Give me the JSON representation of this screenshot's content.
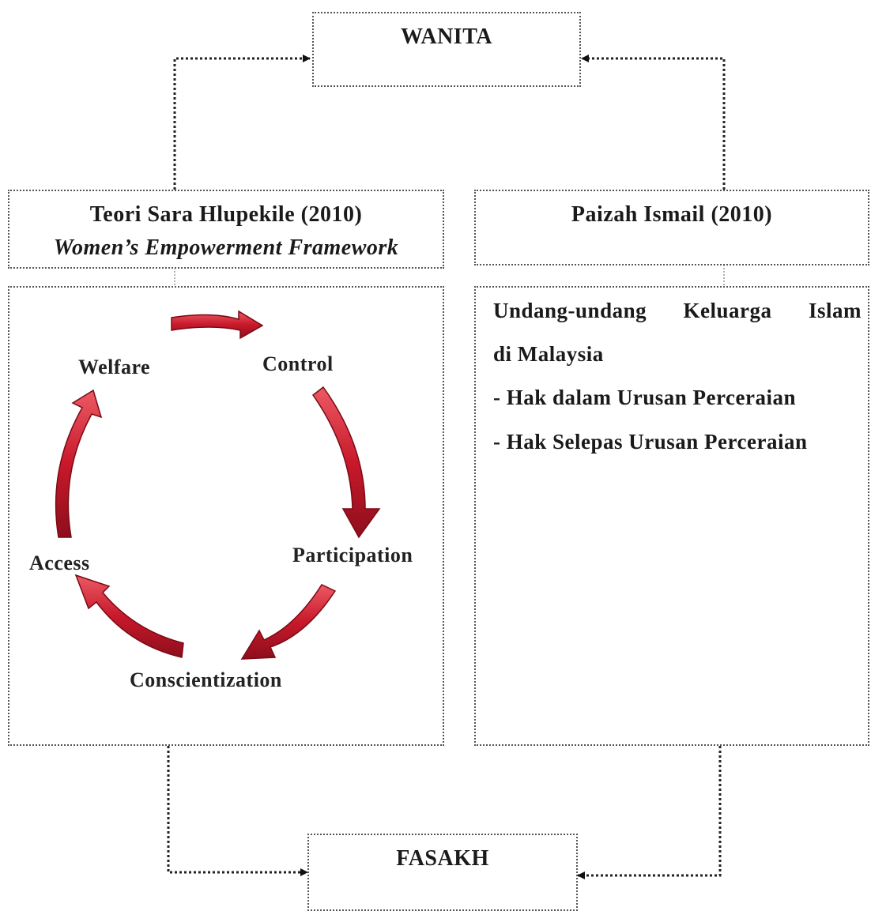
{
  "wanita": {
    "label": "WANITA"
  },
  "fasakh": {
    "label": "FASAKH"
  },
  "theory": {
    "title": "Teori Sara Hlupekile (2010)",
    "subtitle": "Women’s Empowerment Framework",
    "cycle": [
      "Welfare",
      "Control",
      "Participation",
      "Conscientization",
      "Access"
    ]
  },
  "paizah": {
    "title": "Paizah Ismail (2010)",
    "law_line1_words": [
      "Undang-undang",
      "Keluarga",
      "Islam"
    ],
    "law_line2": "di Malaysia",
    "right1": "- Hak dalam Urusan Perceraian",
    "right2": "- Hak Selepas Urusan Perceraian"
  },
  "colors": {
    "arrow_red": "#c8192b",
    "arrow_dark": "#8e0e1c",
    "border": "#555555"
  }
}
